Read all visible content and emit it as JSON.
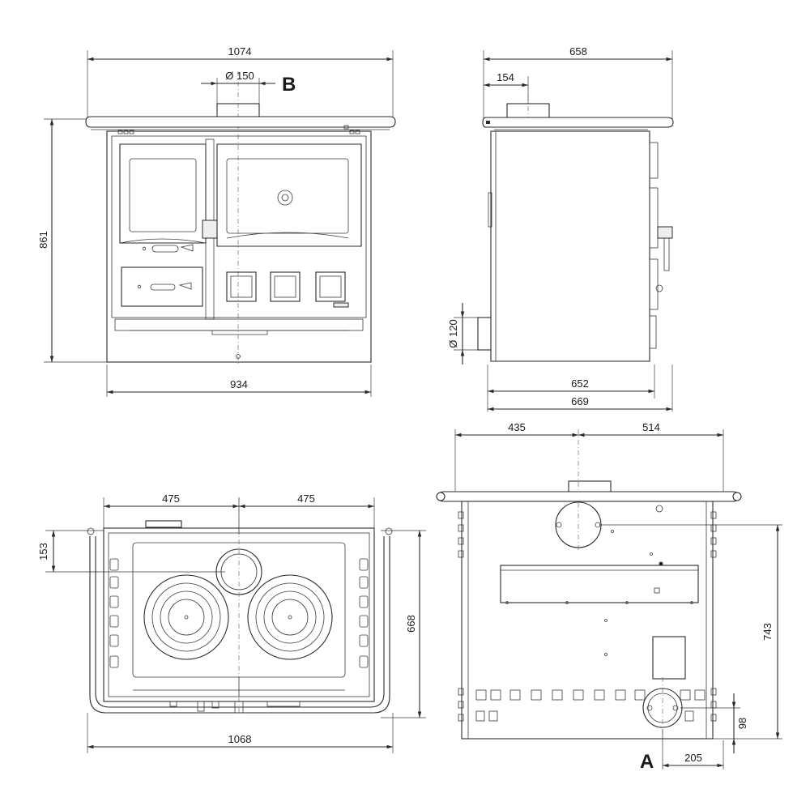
{
  "labels": {
    "view_b": "B",
    "view_a": "A"
  },
  "front_view": {
    "width_top": "1074",
    "flue_diameter": "Ø 150",
    "height": "861",
    "width_body": "934"
  },
  "side_view": {
    "depth_top": "658",
    "flue_offset": "154",
    "air_inlet_diameter": "Ø 120",
    "depth_body": "652",
    "depth_total": "669"
  },
  "top_view": {
    "half_left": "475",
    "half_right": "475",
    "flue_offset": "153",
    "depth": "668",
    "width": "1068"
  },
  "rear_view": {
    "left_offset": "435",
    "right_offset": "514",
    "flue_height": "743",
    "outlet_height": "98",
    "outlet_offset": "205"
  }
}
